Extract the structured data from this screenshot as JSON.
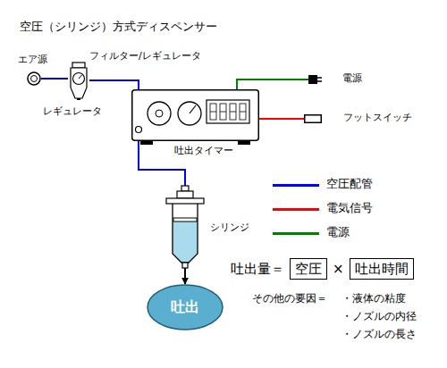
{
  "diagram": {
    "title": "空圧（シリンジ）方式ディスペンサー",
    "nodes": [
      {
        "text": [
          "エア源"
        ]
      },
      {
        "text": [
          "フィルター/レギュレータ",
          "レギュレータ"
        ]
      },
      {
        "text": [
          "吐出タイマー"
        ]
      },
      {
        "text": [
          "電源"
        ]
      },
      {
        "text": [
          "フットスイッチ"
        ]
      },
      {
        "text": [
          "シリンジ"
        ]
      },
      {
        "text": [
          "吐出"
        ]
      },
      {
        "text": [
          "空圧"
        ]
      },
      {
        "text": [
          "吐出時間"
        ]
      }
    ],
    "edges": [
      {
        "from": 0,
        "to": 1,
        "arrow": "none"
      },
      {
        "from": 1,
        "to": 2,
        "arrow": "none"
      },
      {
        "from": 2,
        "to": 5,
        "arrow": "none"
      },
      {
        "from": 2,
        "to": 3,
        "arrow": "none"
      },
      {
        "from": 2,
        "to": 4,
        "arrow": "none"
      },
      {
        "from": 5,
        "to": 6,
        "arrow": "to"
      }
    ],
    "labels": [
      "吐出量＝",
      "×",
      "その他の要因＝",
      "・液体の粘度",
      "・ノズルの内径",
      "・ノズルの長さ"
    ],
    "legend": [
      {
        "text": "空圧配管",
        "color": "#0000ff"
      },
      {
        "text": "電気信号",
        "color": "#ff0000"
      },
      {
        "text": "電源",
        "color": "#008000"
      }
    ]
  }
}
